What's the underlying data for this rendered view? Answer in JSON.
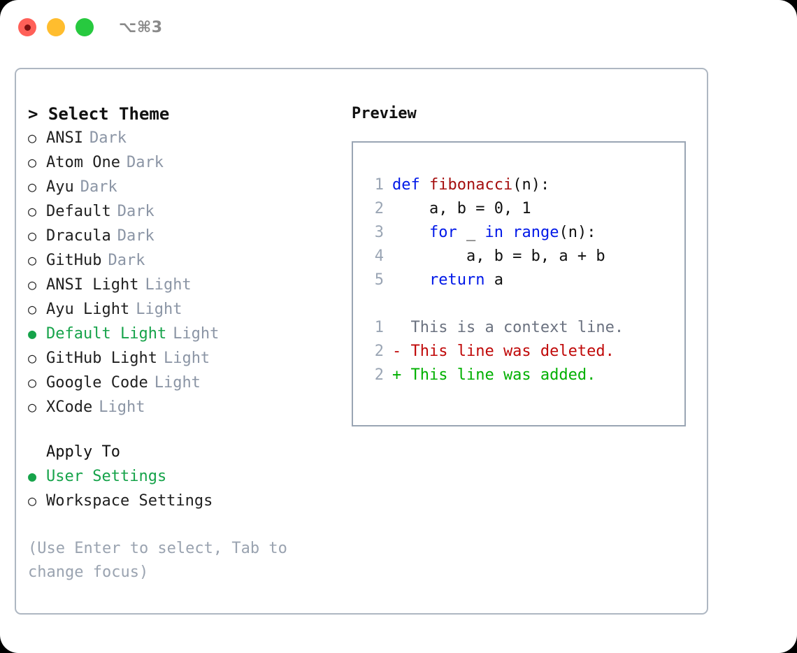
{
  "window": {
    "shortcut": "⌥⌘3",
    "traffic_lights": [
      {
        "name": "close",
        "color": "#ff6058",
        "active_dot": true
      },
      {
        "name": "minimize",
        "color": "#ffbd2e",
        "active_dot": false
      },
      {
        "name": "maximize",
        "color": "#27c93f",
        "active_dot": false
      }
    ]
  },
  "theme_picker": {
    "header": "> Select Theme",
    "items": [
      {
        "marker": "○",
        "label": "ANSI",
        "tag": "Dark",
        "selected": false
      },
      {
        "marker": "○",
        "label": "Atom One",
        "tag": "Dark",
        "selected": false
      },
      {
        "marker": "○",
        "label": "Ayu",
        "tag": "Dark",
        "selected": false
      },
      {
        "marker": "○",
        "label": "Default",
        "tag": "Dark",
        "selected": false
      },
      {
        "marker": "○",
        "label": "Dracula",
        "tag": "Dark",
        "selected": false
      },
      {
        "marker": "○",
        "label": "GitHub",
        "tag": "Dark",
        "selected": false
      },
      {
        "marker": "○",
        "label": "ANSI Light",
        "tag": "Light",
        "selected": false
      },
      {
        "marker": "○",
        "label": "Ayu Light",
        "tag": "Light",
        "selected": false
      },
      {
        "marker": "●",
        "label": "Default Light",
        "tag": "Light",
        "selected": true
      },
      {
        "marker": "○",
        "label": "GitHub Light",
        "tag": "Light",
        "selected": false
      },
      {
        "marker": "○",
        "label": "Google Code",
        "tag": "Light",
        "selected": false
      },
      {
        "marker": "○",
        "label": "XCode",
        "tag": "Light",
        "selected": false
      }
    ]
  },
  "apply_to": {
    "title": "Apply To",
    "options": [
      {
        "marker": "●",
        "label": "User Settings",
        "selected": true
      },
      {
        "marker": "○",
        "label": "Workspace Settings",
        "selected": false
      }
    ]
  },
  "hint": "(Use Enter to select, Tab to change focus)",
  "preview": {
    "title": "Preview",
    "code_lines": [
      {
        "no": "1",
        "tokens": [
          {
            "t": "def ",
            "c": "kw"
          },
          {
            "t": "fibonacci",
            "c": "fn"
          },
          {
            "t": "(n):",
            "c": "plain"
          }
        ]
      },
      {
        "no": "2",
        "tokens": [
          {
            "t": "    a, b = 0, 1",
            "c": "plain"
          }
        ]
      },
      {
        "no": "3",
        "tokens": [
          {
            "t": "    ",
            "c": "plain"
          },
          {
            "t": "for",
            "c": "kw"
          },
          {
            "t": " _ ",
            "c": "plain"
          },
          {
            "t": "in",
            "c": "kw"
          },
          {
            "t": " ",
            "c": "plain"
          },
          {
            "t": "range",
            "c": "kw"
          },
          {
            "t": "(n):",
            "c": "plain"
          }
        ]
      },
      {
        "no": "4",
        "tokens": [
          {
            "t": "        a, b = b, a + b",
            "c": "plain"
          }
        ]
      },
      {
        "no": "5",
        "tokens": [
          {
            "t": "    ",
            "c": "plain"
          },
          {
            "t": "return",
            "c": "kw"
          },
          {
            "t": " a",
            "c": "plain"
          }
        ]
      }
    ],
    "diff_lines": [
      {
        "no": "1",
        "kind": "context",
        "text": "  This is a context line."
      },
      {
        "no": "2",
        "kind": "del",
        "text": "- This line was deleted."
      },
      {
        "no": "2",
        "kind": "add",
        "text": "+ This line was added."
      }
    ]
  },
  "colors": {
    "selected_green": "#16a34a",
    "muted_gray": "#8b95a5",
    "hint_gray": "#9aa3b0",
    "keyword_blue": "#0018e8",
    "function_red": "#a50f0f",
    "diff_deleted": "#c00909",
    "diff_added": "#00b000",
    "panel_border": "#aeb7c2"
  }
}
